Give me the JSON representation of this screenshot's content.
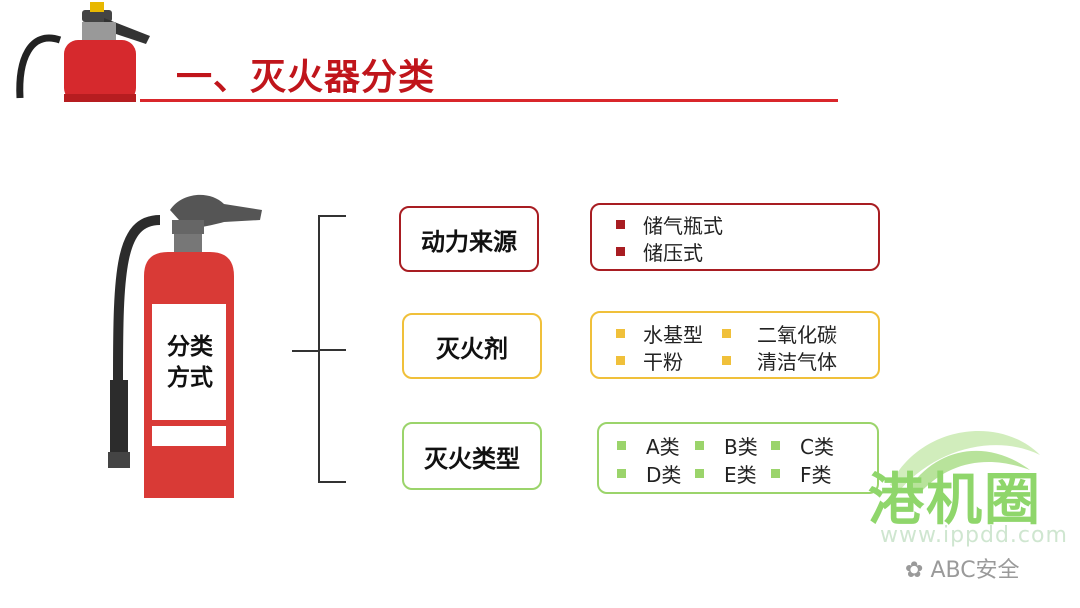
{
  "page": {
    "title": "一、灭火器分类"
  },
  "extinguisher": {
    "label_line1": "分类",
    "label_line2": "方式"
  },
  "categories": [
    {
      "name": "动力来源",
      "color": "#a81d22",
      "items": [
        "储气瓶式",
        "储压式"
      ]
    },
    {
      "name": "灭火剂",
      "color": "#f0c03a",
      "items": [
        "水基型",
        "二氧化碳",
        "干粉",
        "清洁气体"
      ]
    },
    {
      "name": "灭火类型",
      "color": "#9bd46b",
      "items": [
        "A类",
        "B类",
        "C类",
        "D类",
        "E类",
        "F类"
      ]
    }
  ],
  "watermark": {
    "brand": "港机圈",
    "url": "www.ippdd.com",
    "wechat": "ABC安全"
  },
  "colors": {
    "title": "#c0151b",
    "title_rule": "#d9262b",
    "extinguisher_body": "#d93a36",
    "watermark_green": "#8fd66b"
  }
}
